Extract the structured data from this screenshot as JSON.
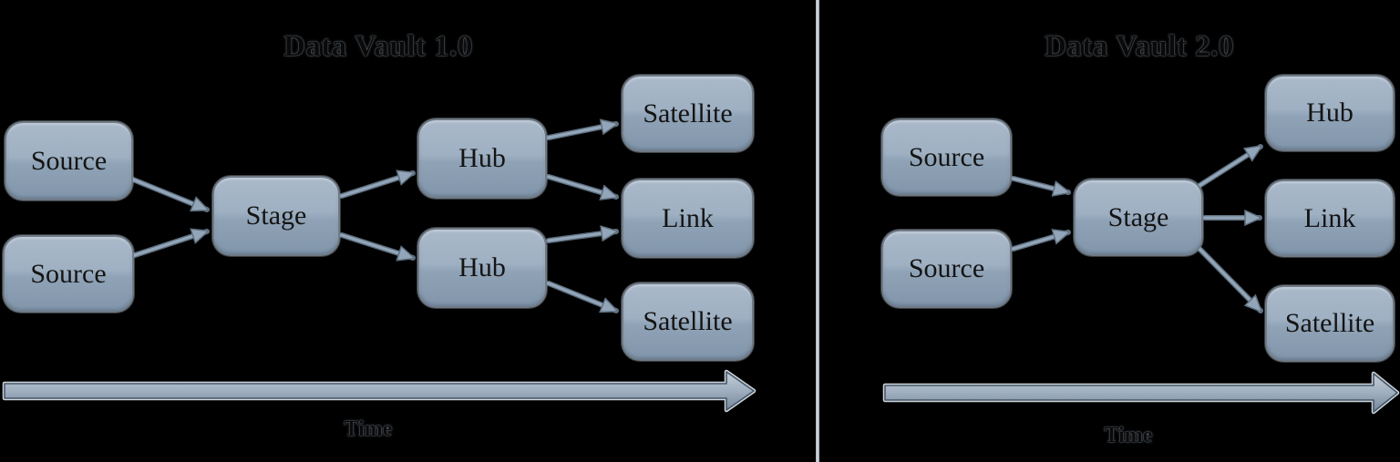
{
  "colors": {
    "background": "#000000",
    "node_fill_top": "#aab9ca",
    "node_fill_bottom": "#8296ab",
    "node_border": "#6f7a86",
    "connector": "#93a6b9",
    "connector_edge": "#5f7080",
    "time_arrow_fill_top": "#c4cdd7",
    "time_arrow_fill_bottom": "#76879a",
    "divider": "#c9d0d8",
    "node_text": "#141414"
  },
  "left": {
    "title": "Data Vault 1.0",
    "time_label": "Time",
    "nodes": [
      {
        "label": "Source"
      },
      {
        "label": "Source"
      },
      {
        "label": "Stage"
      },
      {
        "label": "Hub"
      },
      {
        "label": "Hub"
      },
      {
        "label": "Satellite"
      },
      {
        "label": "Link"
      },
      {
        "label": "Satellite"
      }
    ]
  },
  "right": {
    "title": "Data Vault 2.0",
    "time_label": "Time",
    "nodes": [
      {
        "label": "Source"
      },
      {
        "label": "Source"
      },
      {
        "label": "Stage"
      },
      {
        "label": "Hub"
      },
      {
        "label": "Link"
      },
      {
        "label": "Satellite"
      }
    ]
  }
}
